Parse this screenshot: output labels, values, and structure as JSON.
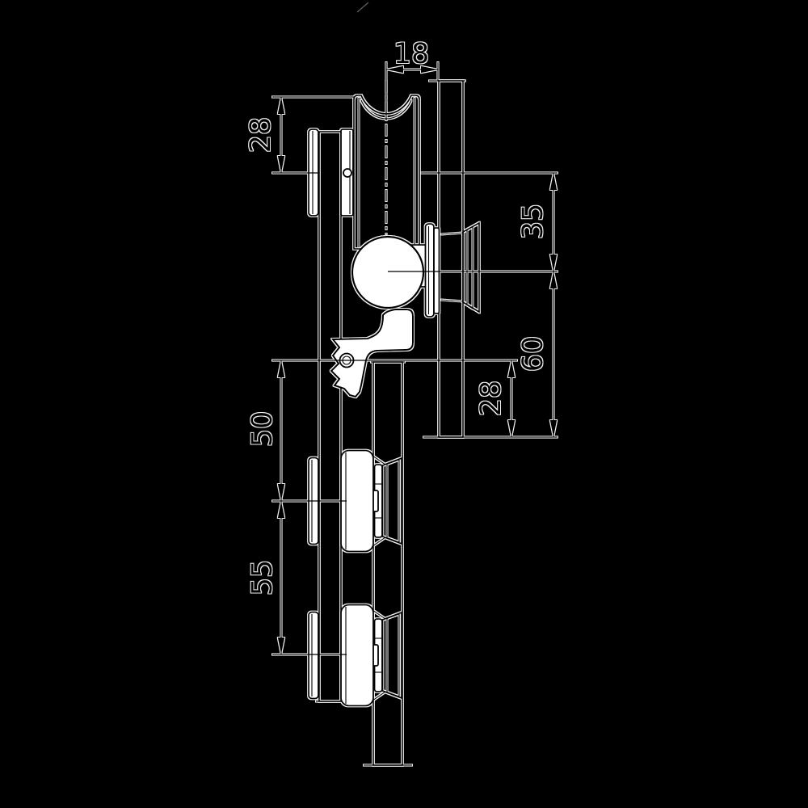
{
  "drawing": {
    "title": "glass-door-roller-fitting-cross-section",
    "dimensions": {
      "top_width": "18",
      "upper_left_offset": "28",
      "right_pulley_to_ball": "35",
      "right_ball_to_glass_end": "60",
      "right_hook_to_glass_end": "28",
      "left_hook_to_roller1": "50",
      "left_roller1_to_roller2": "55"
    },
    "colors": {
      "background": "#000000",
      "glass": "#cfe2f0",
      "roller_body": "#c6c6c6",
      "clamp_pad": "#c6c9cb",
      "clamp_pad_light": "#dcdfe1",
      "part": "#ffffff",
      "line": "#000000",
      "halo": "#f0f0f0"
    }
  }
}
